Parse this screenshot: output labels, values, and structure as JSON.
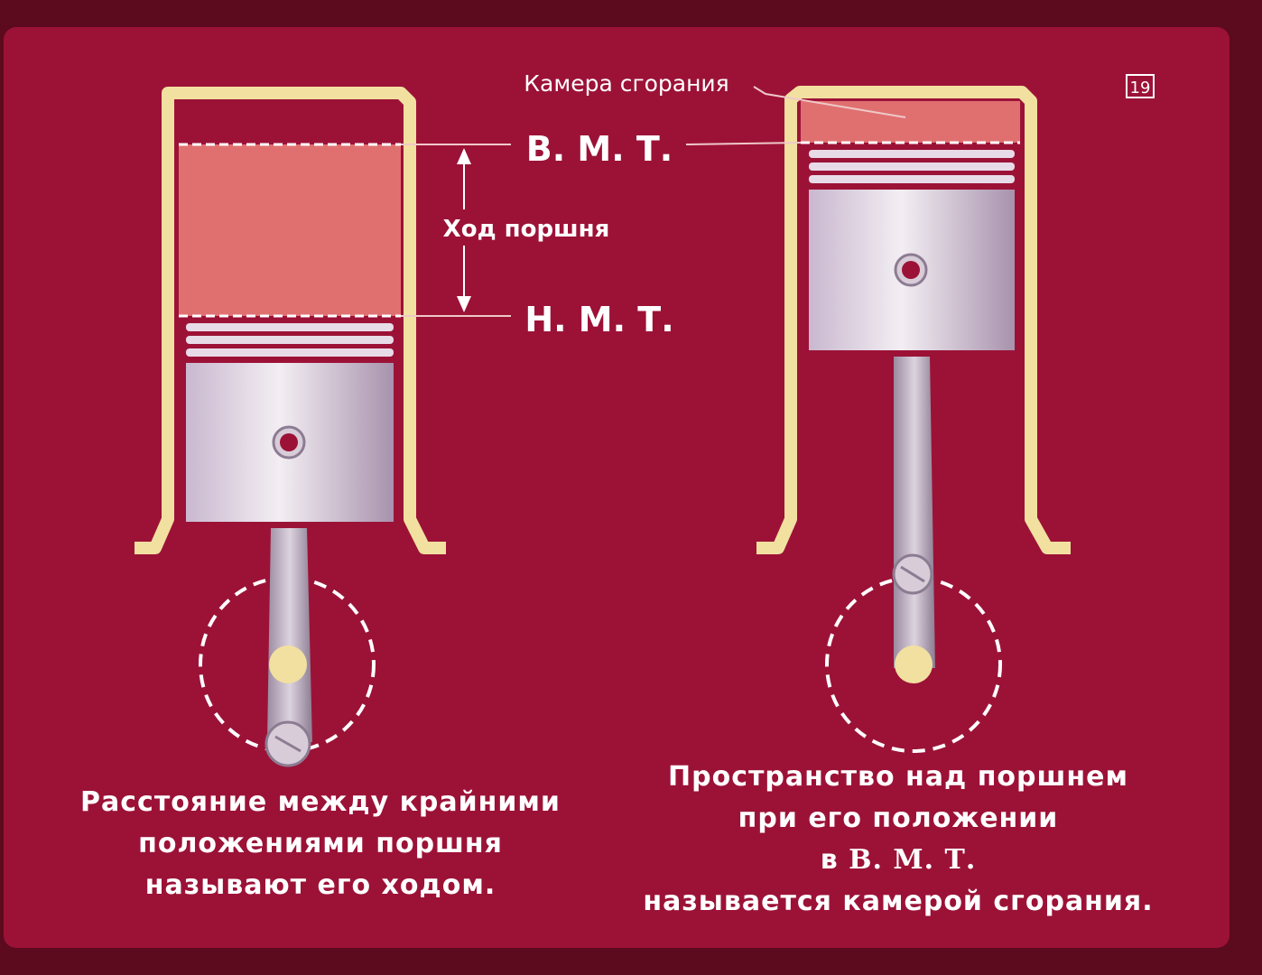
{
  "slide_number": "19",
  "labels": {
    "combustion_chamber": "Камера сгорания",
    "tdc": "В. М. Т.",
    "bdc": "Н. М. Т.",
    "stroke": "Ход поршня"
  },
  "caption_left": [
    "Расстояние между крайними",
    "положениями поршня",
    "называют его ходом."
  ],
  "caption_right": {
    "line1": "Пространство над поршнем",
    "line2": "при его положении",
    "line3_prefix": "в",
    "line3_abbr": "В. М. Т.",
    "line4": "называется камерой сгорания."
  },
  "colors": {
    "background": "#9c1237",
    "frame": "#5c0a1e",
    "cylinder_wall": "#f2e0a0",
    "chamber_fill": "#e07070",
    "piston": "#d8ccd8",
    "crank_pin": "#f2e0a0",
    "text": "#ffffff"
  }
}
